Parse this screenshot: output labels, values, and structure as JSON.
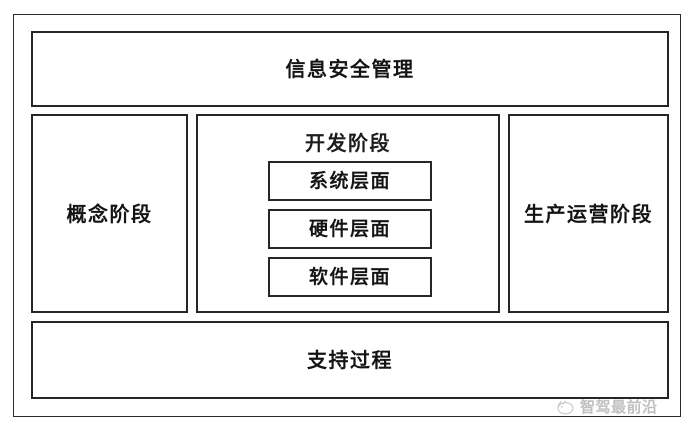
{
  "diagram": {
    "title_band": {
      "label": "信息安全管理"
    },
    "phases": [
      {
        "id": "concept",
        "label": "概念阶段"
      },
      {
        "id": "development",
        "label": "开发阶段"
      },
      {
        "id": "production",
        "label": "生产运营阶段"
      }
    ],
    "development_layers": [
      {
        "id": "system",
        "label": "系统层面"
      },
      {
        "id": "hardware",
        "label": "硬件层面"
      },
      {
        "id": "software",
        "label": "软件层面"
      }
    ],
    "support_band": {
      "label": "支持过程"
    },
    "colors": {
      "background": "#ffffff",
      "border": "#262626",
      "outer_border": "#2b2b2b",
      "text": "#141414",
      "watermark_text": "#8d8d8d"
    }
  },
  "watermark": {
    "text": "智驾最前沿",
    "icon": "circle-logo-icon"
  }
}
